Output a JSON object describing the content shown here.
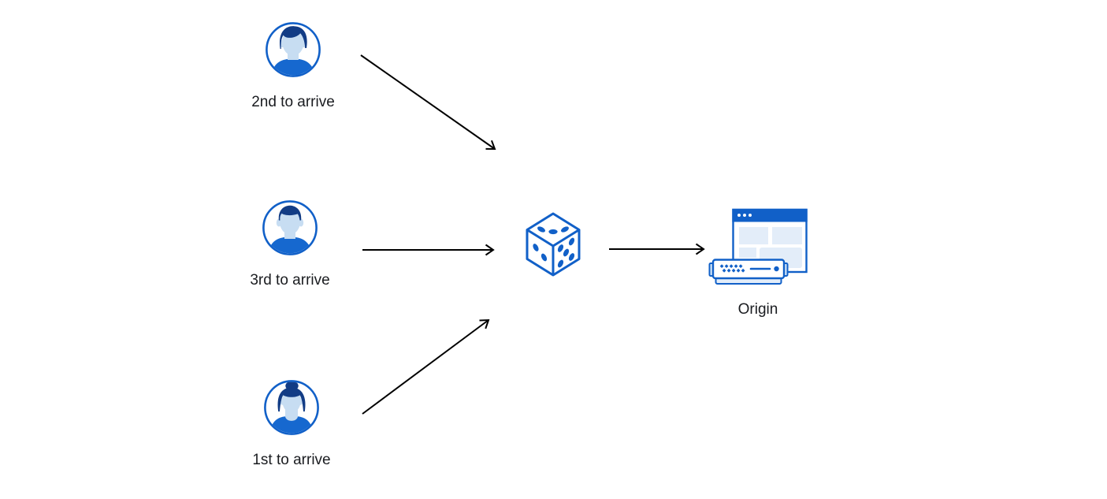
{
  "diagram": {
    "title": "load-balancing random request order diagram",
    "users": [
      {
        "id": "second",
        "label": "2nd to arrive",
        "icon": "avatar-man-swept-hair-icon"
      },
      {
        "id": "third",
        "label": "3rd to arrive",
        "icon": "avatar-man-short-hair-icon"
      },
      {
        "id": "first",
        "label": "1st to arrive",
        "icon": "avatar-woman-bun-icon"
      }
    ],
    "randomizer": {
      "icon": "dice-icon"
    },
    "origin": {
      "label": "Origin",
      "icon": "origin-server-browser-icon"
    },
    "arrows": [
      {
        "from": "user-second",
        "to": "dice"
      },
      {
        "from": "user-third",
        "to": "dice"
      },
      {
        "from": "user-first",
        "to": "dice"
      },
      {
        "from": "dice",
        "to": "origin"
      }
    ],
    "colors": {
      "primary_blue": "#1160c8",
      "navy_hair": "#123c85",
      "skin_blue": "#c7ddf2",
      "shirt_blue": "#1668cf",
      "panel_blue": "#e3edf9",
      "tab_blue": "#cfe3f7",
      "arrow_black": "#000000",
      "text": "#1a1c20",
      "background": "#ffffff"
    }
  }
}
